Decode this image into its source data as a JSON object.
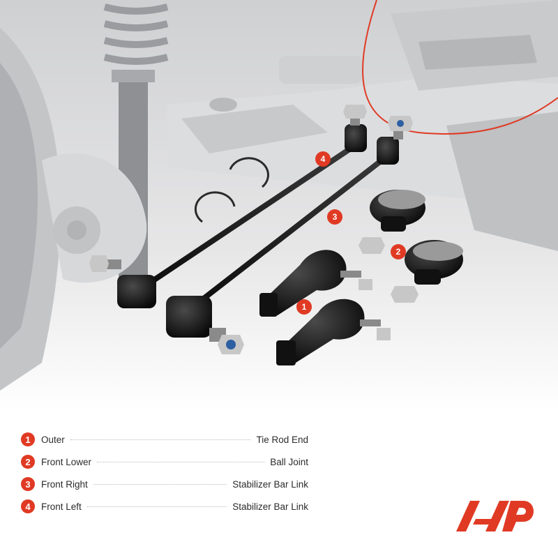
{
  "legend": [
    {
      "number": "1",
      "position": "Outer",
      "part": "Tie Rod End"
    },
    {
      "number": "2",
      "position": "Front Lower",
      "part": "Ball Joint"
    },
    {
      "number": "3",
      "position": "Front Right",
      "part": "Stabilizer Bar Link"
    },
    {
      "number": "4",
      "position": "Front Left",
      "part": "Stabilizer Bar Link"
    }
  ],
  "colors": {
    "accent": "#e03a24",
    "text": "#2b2b2b",
    "leader": "#b9b9b9",
    "parts": "#141414"
  },
  "icons": [
    "brand-logo-icon",
    "retaining-ring-icon",
    "nut-icon"
  ]
}
